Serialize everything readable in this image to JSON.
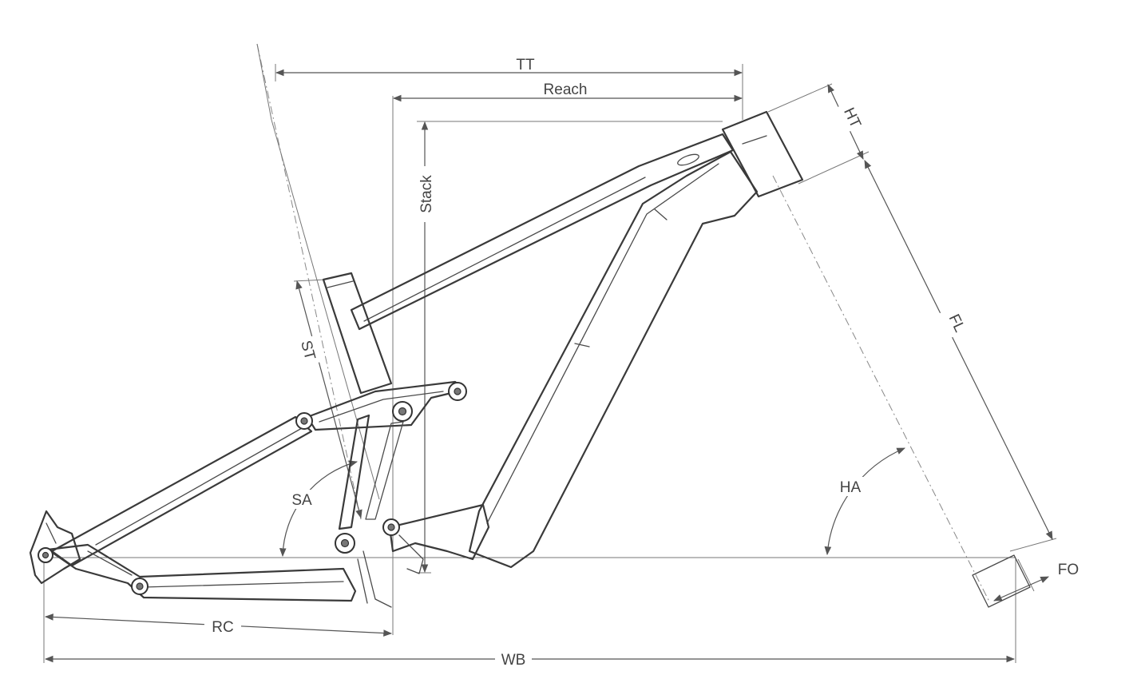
{
  "labels": {
    "tt": "TT",
    "reach": "Reach",
    "stack": "Stack",
    "ht": "HT",
    "fl": "FL",
    "st": "ST",
    "sa": "SA",
    "ha": "HA",
    "fo": "FO",
    "rc": "RC",
    "wb": "WB"
  },
  "colors": {
    "line": "#3a3a3a",
    "dimension": "#555555",
    "background": "#ffffff"
  }
}
